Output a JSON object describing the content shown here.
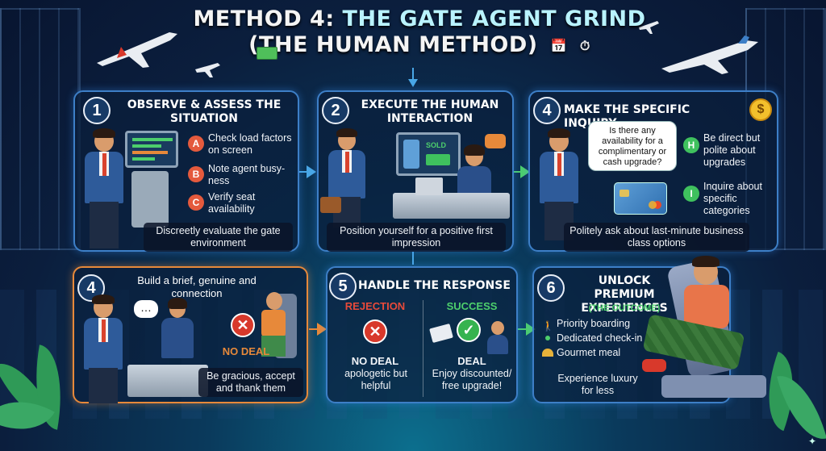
{
  "title": {
    "line1_prefix": "METHOD 4:",
    "line1_rest": "THE GATE AGENT GRIND",
    "line2": "(THE HUMAN METHOD)"
  },
  "panels": {
    "p1": {
      "number": "1",
      "title": "OBSERVE & ASSESS THE SITUATION",
      "items": [
        {
          "badge": "A",
          "text": "Check load factors on screen"
        },
        {
          "badge": "B",
          "text": "Note agent busy-ness"
        },
        {
          "badge": "C",
          "text": "Verify seat availability"
        }
      ],
      "caption": "Discreetly evaluate the gate environment"
    },
    "p2": {
      "number": "2",
      "title": "EXECUTE THE HUMAN INTERACTION",
      "screen_label": "SOLD",
      "caption": "Position yourself for a positive first impression"
    },
    "p3": {
      "number": "4",
      "title": "MAKE THE SPECIFIC INQUIRY",
      "bubble": "Is there any availability for a complimentary or cash upgrade?",
      "items": [
        {
          "badge": "H",
          "text": "Be direct but polite about upgrades"
        },
        {
          "badge": "I",
          "text": "Inquire about specific categories"
        }
      ],
      "caption": "Politely ask about last-minute business class options"
    },
    "p4": {
      "number": "4",
      "title": "Build a brief, genuine and connection",
      "deal_label": "NO DEAL",
      "caption": "Be gracious, accept and thank them"
    },
    "p5": {
      "number": "5",
      "title": "HANDLE THE RESPONSE",
      "rejection_label": "REJECTION",
      "success_label": "SUCCESS",
      "left_deal": "NO DEAL",
      "left_text": "apologetic but helpful",
      "right_deal": "DEAL",
      "right_text": "Enjoy discounted/ free upgrade!"
    },
    "p6": {
      "number": "6",
      "title": "UNLOCK PREMIUM EXPERIENCES",
      "subtitle": "(THE OUTCOME)",
      "items": [
        "Priority boarding",
        "Dedicated check-in",
        "Gourmet meal"
      ],
      "caption": "Experience luxury for less"
    }
  },
  "colors": {
    "accent_blue": "#3d7fc7",
    "accent_orange": "#e7893a",
    "accent_green": "#4dcf6c",
    "rejection_red": "#d8392b"
  }
}
